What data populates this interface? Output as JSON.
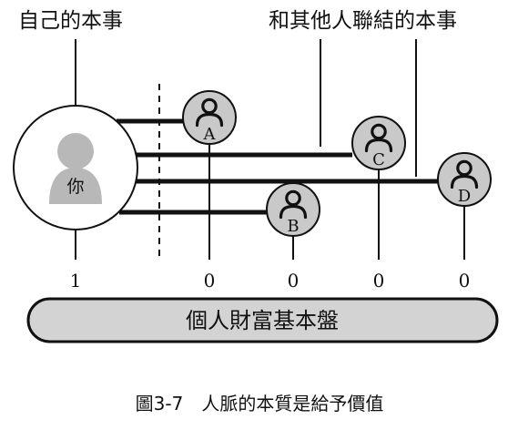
{
  "labels": {
    "self": "自己的本事",
    "connections": "和其他人聯結的本事",
    "you": "你",
    "base": "個人財富基本盤",
    "caption": "圖3-7　人脈的本質是給予價值"
  },
  "nodes": [
    {
      "id": "A",
      "letter": "A",
      "value": "0"
    },
    {
      "id": "B",
      "letter": "B",
      "value": "0"
    },
    {
      "id": "C",
      "letter": "C",
      "value": "0"
    },
    {
      "id": "D",
      "letter": "D",
      "value": "0"
    }
  ],
  "self_value": "1",
  "colors": {
    "line": "#111111",
    "node_fill": "#c9c9c9",
    "self_icon": "#b8b8b8",
    "base_fill": "#d3d3d3",
    "background": "#ffffff"
  },
  "icons": {
    "you": "person-silhouette-icon",
    "node": "person-outline-icon"
  }
}
